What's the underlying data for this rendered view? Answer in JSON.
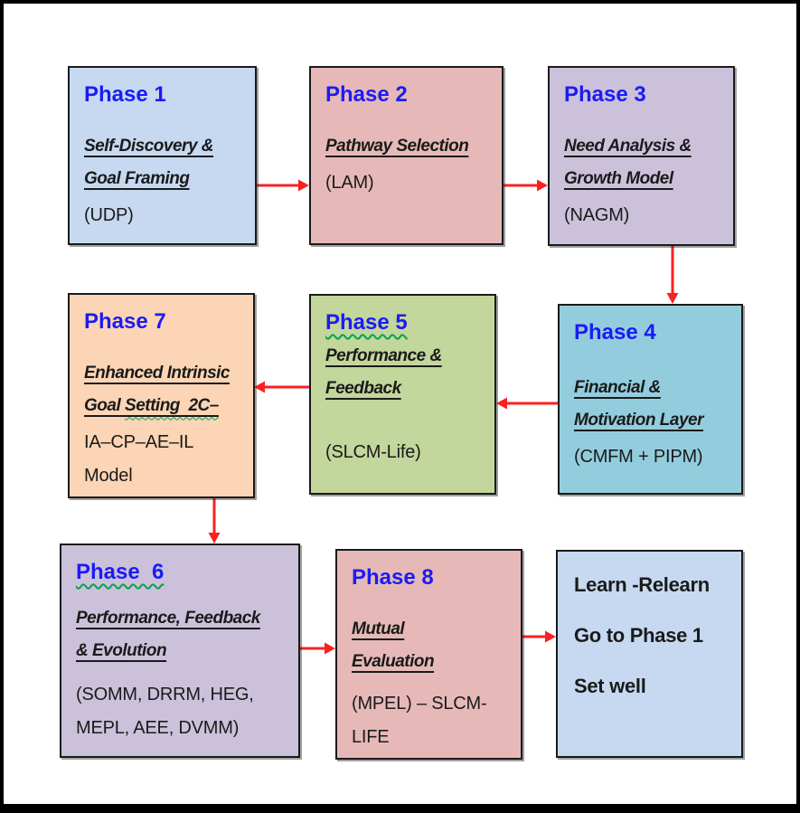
{
  "diagram": {
    "colors": {
      "title_blue": "#1b1bf5",
      "arrow_red": "#fb2020",
      "squiggle_green": "#00a54f",
      "box_border": "#1a1a1a",
      "text_dark": "#1a1a1a"
    },
    "boxes": [
      {
        "id": "phase1",
        "title": "Phase 1",
        "subtitle": "Self-Discovery &\nGoal Framing",
        "detail": "(UDP)",
        "bg": "#c6d9f1"
      },
      {
        "id": "phase2",
        "title": "Phase 2",
        "subtitle": "Pathway Selection",
        "detail": "(LAM)",
        "bg": "#e6b9b8"
      },
      {
        "id": "phase3",
        "title": "Phase 3",
        "subtitle": "Need Analysis &\nGrowth Model",
        "detail": "(NAGM)",
        "bg": "#ccc1da"
      },
      {
        "id": "phase7",
        "title": "Phase 7",
        "subtitle": "Enhanced Intrinsic\nGoal ",
        "subtitle_wavy": "Setting  2C–",
        "detail": "IA–CP–AE–IL\nModel",
        "bg": "#fbd5b5"
      },
      {
        "id": "phase5",
        "title": "Phase 5",
        "subtitle": "Performance &\nFeedback",
        "detail": "(SLCM-Life)",
        "bg": "#c3d69b"
      },
      {
        "id": "phase4",
        "title": "Phase 4",
        "subtitle": "Financial &\nMotivation Layer",
        "detail": "(CMFM + PIPM)",
        "bg": "#93cddd"
      },
      {
        "id": "phase6",
        "title": "Phase  6",
        "subtitle": "Performance, Feedback\n& Evolution",
        "detail": "(SOMM, DRRM, HEG,\nMEPL, AEE, DVMM)",
        "bg": "#ccc1da"
      },
      {
        "id": "phase8",
        "title": "Phase 8",
        "subtitle": "Mutual\nEvaluation",
        "detail": "(MPEL) – SLCM-\nLIFE",
        "bg": "#e6b9b8"
      },
      {
        "id": "outcome",
        "lines": [
          "Learn -Relearn",
          "Go to Phase 1",
          "Set well"
        ],
        "bg": "#c6d9f1"
      }
    ]
  }
}
